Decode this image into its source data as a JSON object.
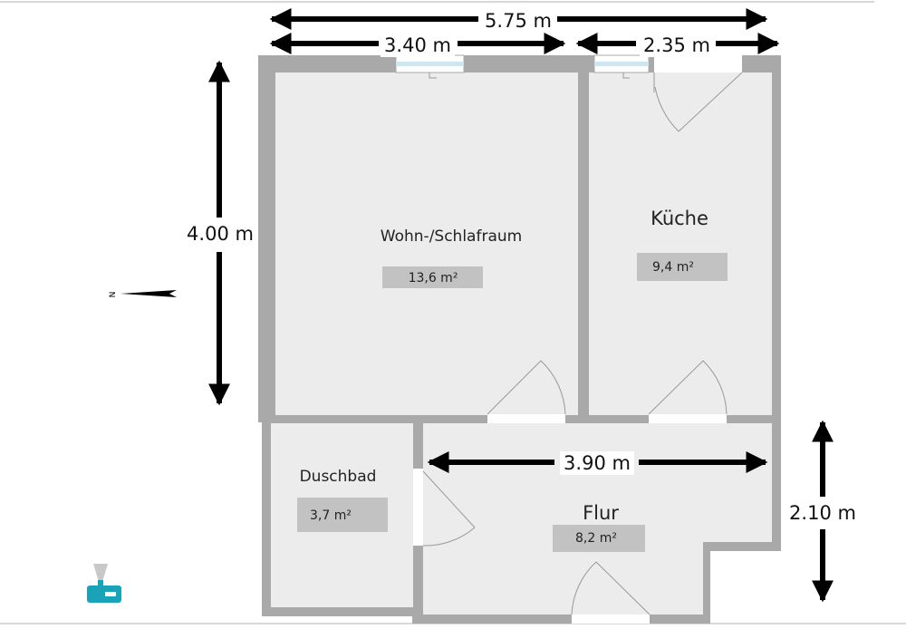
{
  "dimensions": {
    "total_width": "5.75 m",
    "width_left": "3.40 m",
    "width_right": "2.35 m",
    "height_main": "4.00 m",
    "flur_width": "3.90 m",
    "flur_height": "2.10 m"
  },
  "rooms": {
    "wohn": {
      "name": "Wohn-/Schlafraum",
      "area": "13,6 m²"
    },
    "kueche": {
      "name": "Küche",
      "area": "9,4 m²"
    },
    "duschbad": {
      "name": "Duschbad",
      "area": "3,7 m²"
    },
    "flur": {
      "name": "Flur",
      "area": "8,2 m²"
    }
  },
  "compass": {
    "label": "N"
  },
  "colors": {
    "wall": "#a9a9a9",
    "floor": "#ececec",
    "area_box": "#c2c2c2",
    "arrow": "#000000",
    "logo": "#1aa3b8"
  },
  "icons": {
    "logo": "projector-camera-icon"
  }
}
